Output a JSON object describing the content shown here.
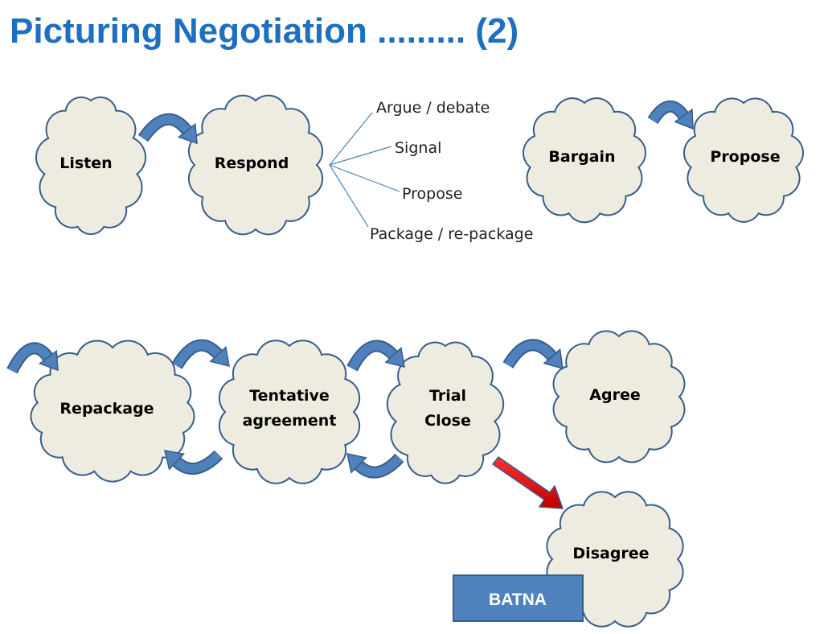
{
  "title": "Picturing Negotiation ......... (2)",
  "nodes": {
    "listen": "Listen",
    "respond": "Respond",
    "bargain": "Bargain",
    "propose": "Propose",
    "repackage": "Repackage",
    "tentative_line1": "Tentative",
    "tentative_line2": "agreement",
    "trial_line1": "Trial",
    "trial_line2": "Close",
    "agree": "Agree",
    "disagree": "Disagree"
  },
  "respond_options": [
    "Argue / debate",
    "Signal",
    "Propose",
    "Package / re-package"
  ],
  "batna": "BATNA",
  "colors": {
    "title": "#1f6fc0",
    "cloud_fill": "#eeece1",
    "cloud_stroke": "#385d8a",
    "arrow": "#4f81bd",
    "arrow_edge": "#385d8a",
    "disagree_arrow": "#e02020",
    "batna_fill": "#4f81bd"
  }
}
